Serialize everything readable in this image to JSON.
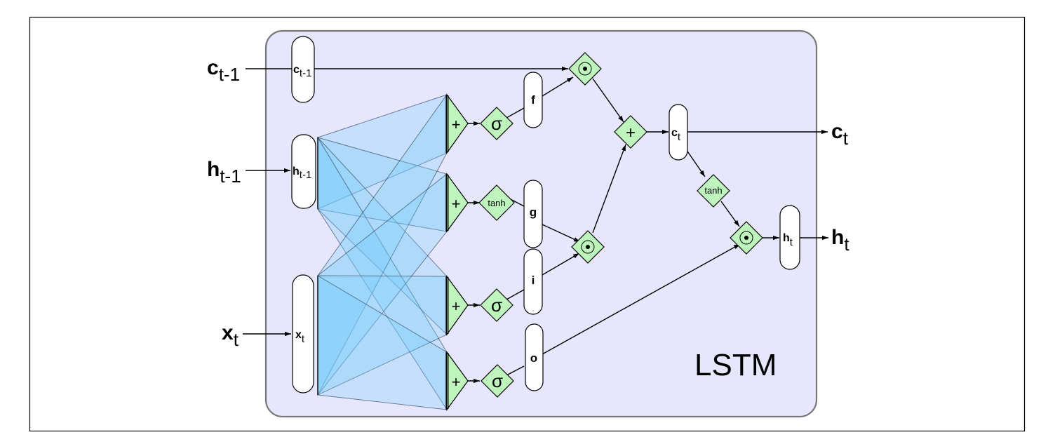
{
  "diagram": {
    "title": "LSTM",
    "colors": {
      "panel_fill": "#e6e6fc",
      "panel_stroke": "#777777",
      "node_fill": "#bdf5bd",
      "box_fill": "#ffffff",
      "wedge_fill": "#6fcdfb",
      "edge": "#000000"
    },
    "inputs": [
      {
        "id": "c_prev",
        "base": "c",
        "sub": "t-1"
      },
      {
        "id": "h_prev",
        "base": "h",
        "sub": "t-1"
      },
      {
        "id": "x_t",
        "base": "x",
        "sub": "t"
      }
    ],
    "outputs": [
      {
        "id": "c_t",
        "base": "c",
        "sub": "t"
      },
      {
        "id": "h_t",
        "base": "h",
        "sub": "t"
      }
    ],
    "internal_boxes": [
      {
        "id": "c_prev_box",
        "base": "c",
        "sub": "t-1"
      },
      {
        "id": "h_prev_box",
        "base": "h",
        "sub": "t-1"
      },
      {
        "id": "x_box",
        "base": "x",
        "sub": "t"
      },
      {
        "id": "c_t_box",
        "base": "c",
        "sub": "t"
      },
      {
        "id": "h_t_box",
        "base": "h",
        "sub": "t"
      }
    ],
    "gates": [
      {
        "id": "f",
        "label": "f",
        "sum_symbol": "+",
        "activation": "σ"
      },
      {
        "id": "g",
        "label": "g",
        "sum_symbol": "+",
        "activation": "tanh"
      },
      {
        "id": "i",
        "label": "i",
        "sum_symbol": "+",
        "activation": "σ"
      },
      {
        "id": "o",
        "label": "o",
        "sum_symbol": "+",
        "activation": "σ"
      }
    ],
    "ops": {
      "forget_mult": "⊙",
      "input_mult": "⊙",
      "cell_add": "+",
      "cell_tanh": "tanh",
      "output_mult": "⊙"
    }
  }
}
